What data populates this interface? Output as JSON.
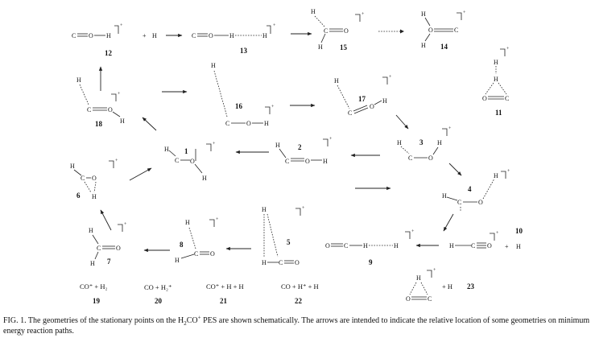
{
  "atoms": {
    "C": "C",
    "O": "O",
    "H": "H"
  },
  "charge": "+",
  "plus": "+",
  "labels": {
    "n1": "1",
    "n3": "3",
    "n4": "4",
    "n5": "5",
    "n6": "6",
    "n7": "7",
    "n8": "8",
    "n9": "9",
    "n10": "10",
    "n11": "11",
    "n12": "12",
    "n13": "13",
    "n14": "14",
    "n15": "15",
    "n16": "16",
    "n17": "17",
    "n18": "18",
    "n2": "2",
    "n19": "19",
    "n20": "20",
    "n21": "21",
    "n22": "22",
    "n23": "23"
  },
  "products": {
    "p19": "CO⁺ + H₂",
    "p20": "CO + H₂⁺",
    "p21": "CO⁺ + H + H",
    "p22": "CO + H⁺ + H",
    "p23": "+ H"
  },
  "caption": {
    "prefix": "FIG. 1. The geometries of the stationary points on the H",
    "sub2": "2",
    "co": "CO",
    "sup": "+",
    "suffix": " PES are shown schematically. The arrows are intended to indicate the relative location of some geometries on minimum energy reaction paths."
  }
}
